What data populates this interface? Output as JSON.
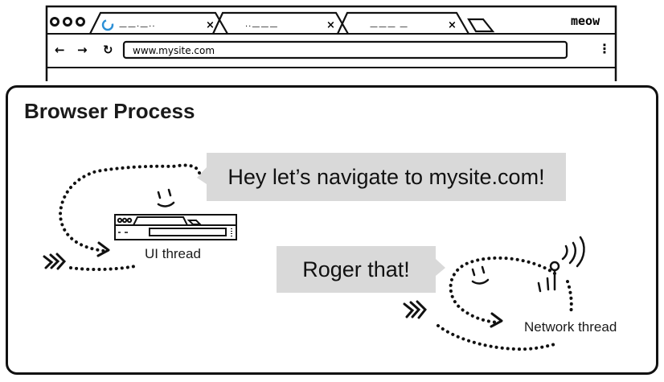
{
  "browser": {
    "tabs": [
      {
        "title": "——·—··",
        "close": "×"
      },
      {
        "title": "··———",
        "close": "×"
      },
      {
        "title": "——— —",
        "close": "×"
      }
    ],
    "brand": "meow",
    "nav": {
      "back": "←",
      "forward": "→",
      "reload": "↻"
    },
    "url": "www.mysite.com",
    "menu": "⋮"
  },
  "diagram": {
    "title": "Browser Process",
    "ui_bubble": "Hey let’s navigate to mysite.com!",
    "network_bubble": "Roger that!",
    "ui_thread_label": "UI thread",
    "network_thread_label": "Network thread"
  }
}
